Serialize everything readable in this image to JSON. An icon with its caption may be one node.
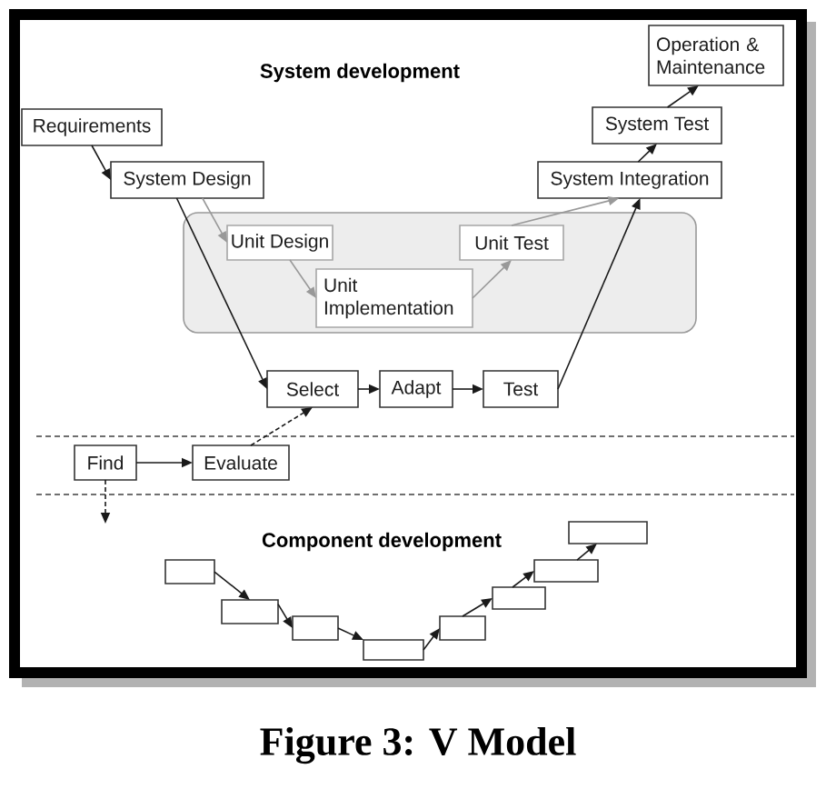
{
  "diagram": {
    "caption": "Figure 3: V Model",
    "nodes": [
      {
        "text": [
          "Requirements"
        ]
      },
      {
        "text": [
          "System Design"
        ]
      },
      {
        "text": [],
        "shape": "box"
      },
      {
        "text": [
          "Unit Design"
        ],
        "in": 2
      },
      {
        "text": [
          "Unit Implementation"
        ],
        "in": 2
      },
      {
        "text": [
          "Unit Test"
        ],
        "in": 2
      },
      {
        "text": [
          "System Integration"
        ]
      },
      {
        "text": [
          "System Test"
        ]
      },
      {
        "text": [
          "Operation & Maintenance"
        ]
      },
      {
        "text": [
          "Select"
        ]
      },
      {
        "text": [
          "Adapt"
        ]
      },
      {
        "text": [
          "Test"
        ]
      },
      {
        "text": [
          "Find"
        ]
      },
      {
        "text": [
          "Evaluate"
        ]
      },
      {
        "text": [],
        "shape": "box"
      },
      {
        "text": [],
        "shape": "box"
      },
      {
        "text": [],
        "shape": "box"
      },
      {
        "text": [],
        "shape": "box"
      },
      {
        "text": [],
        "shape": "box"
      },
      {
        "text": [],
        "shape": "box"
      },
      {
        "text": [],
        "shape": "box"
      },
      {
        "text": [],
        "shape": "box"
      }
    ],
    "edges": [
      {
        "from": 0,
        "to": 1,
        "arrow": "to"
      },
      {
        "from": 1,
        "to": 3,
        "arrow": "to",
        "color": "#999999"
      },
      {
        "from": 3,
        "to": 4,
        "arrow": "to",
        "color": "#999999"
      },
      {
        "from": 4,
        "to": 5,
        "arrow": "to",
        "color": "#999999"
      },
      {
        "from": 5,
        "to": 6,
        "arrow": "to",
        "color": "#999999"
      },
      {
        "from": 6,
        "to": 7,
        "arrow": "to"
      },
      {
        "from": 7,
        "to": 8,
        "arrow": "to"
      },
      {
        "from": 1,
        "to": 9,
        "arrow": "to"
      },
      {
        "from": 9,
        "to": 10,
        "arrow": "to"
      },
      {
        "from": 10,
        "to": 11,
        "arrow": "to"
      },
      {
        "from": 11,
        "to": 6,
        "arrow": "to"
      },
      {
        "from": 12,
        "to": 13,
        "arrow": "to"
      },
      {
        "from": 13,
        "to": 9,
        "arrow": "to",
        "style": "dashed"
      },
      {
        "from": 12,
        "to": null,
        "arrow": "to",
        "style": "dashed"
      },
      {
        "from": 14,
        "to": 15,
        "arrow": "to"
      },
      {
        "from": 15,
        "to": 16,
        "arrow": "to"
      },
      {
        "from": 16,
        "to": 17,
        "arrow": "to"
      },
      {
        "from": 17,
        "to": 18,
        "arrow": "to"
      },
      {
        "from": 18,
        "to": 19,
        "arrow": "to"
      },
      {
        "from": 19,
        "to": 20,
        "arrow": "to"
      },
      {
        "from": 20,
        "to": 21,
        "arrow": "to"
      }
    ],
    "labels": [
      "System development",
      "Component development"
    ]
  }
}
